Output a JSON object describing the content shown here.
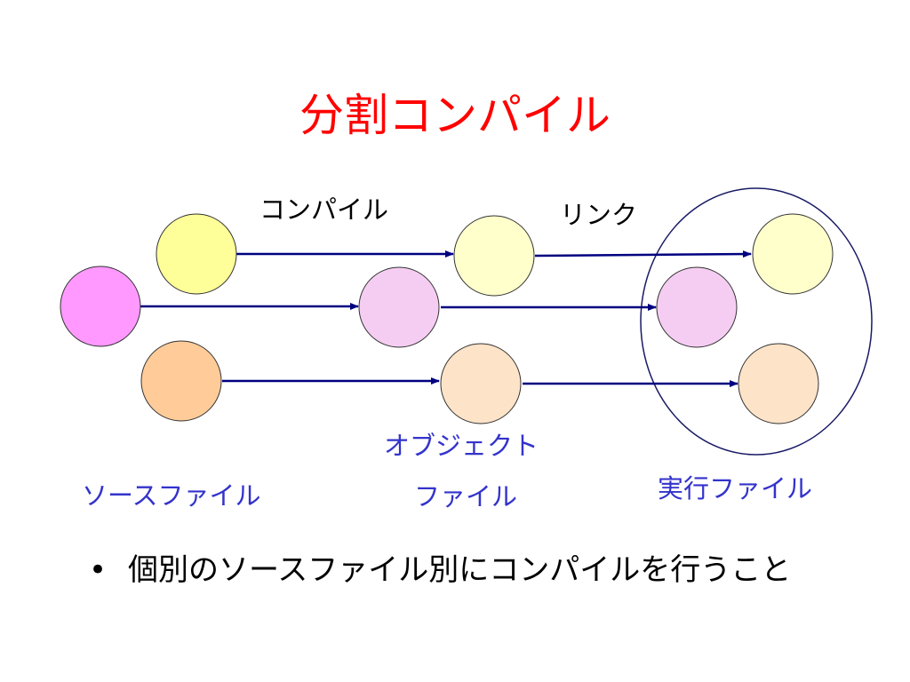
{
  "slide": {
    "title": "分割コンパイル",
    "title_color": "#ff0000",
    "label_color_black": "#000000",
    "label_color_blue": "#3333cc"
  },
  "diagram": {
    "step_labels": {
      "compile": "コンパイル",
      "link": "リンク"
    },
    "stage_labels": {
      "source": "ソースファイル",
      "object_line1": "オブジェクト",
      "object_line2": "ファイル",
      "executable": "実行ファイル"
    },
    "node_colors": {
      "yellow": "#ffff99",
      "pink": "#ff99ff",
      "orange": "#ffcc99",
      "pale_yellow": "#ffffcc",
      "pale_pink": "#f6cdf2",
      "pale_orange": "#fde3c8"
    },
    "arrow_color": "#000080",
    "group_outline_color": "#1a1a66"
  },
  "bullet": {
    "marker": "•",
    "text": "個別のソースファイル別にコンパイルを行うこと"
  }
}
